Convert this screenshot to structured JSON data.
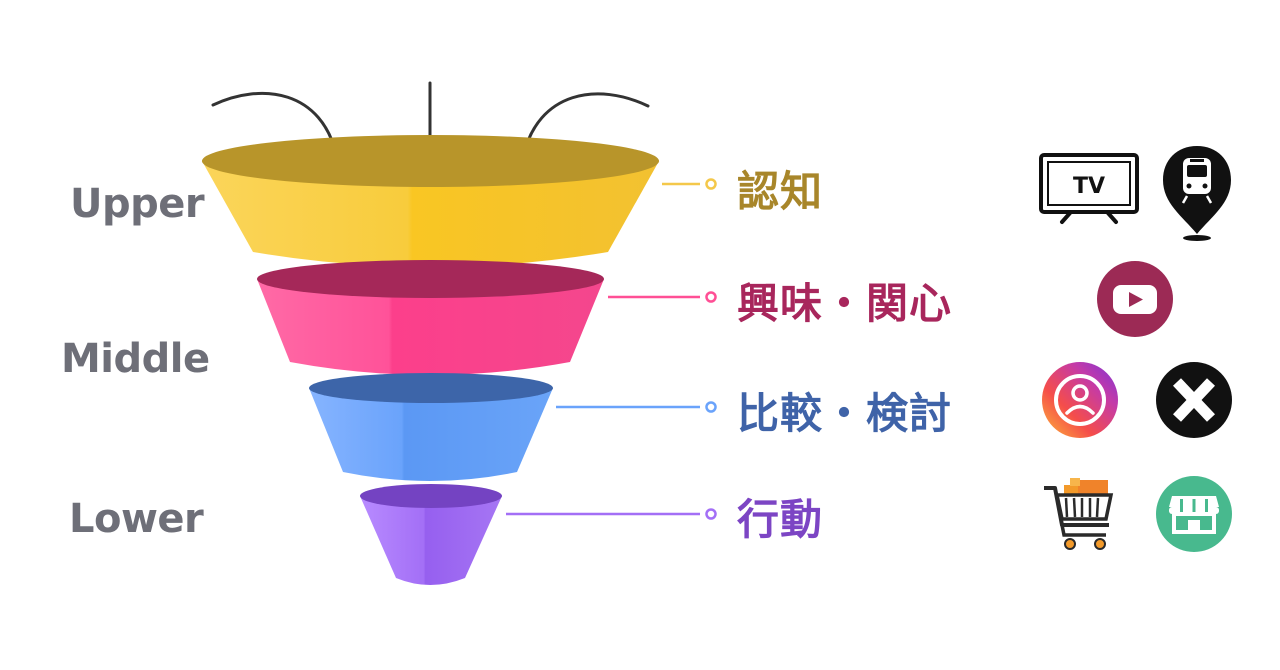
{
  "labels": {
    "upper": "Upper",
    "middle": "Middle",
    "lower": "Lower"
  },
  "stages": {
    "awareness": "認知",
    "interest": "興味・関心",
    "comparison": "比較・検討",
    "action": "行動"
  },
  "icons": {
    "tv_text": "TV",
    "channels": [
      "tv-icon",
      "train-location-icon",
      "youtube-icon",
      "instagram-icon",
      "x-icon",
      "shopping-cart-icon",
      "store-icon"
    ]
  },
  "colors": {
    "awareness": "#a8862a",
    "interest": "#a8265c",
    "comparison": "#3f63a8",
    "action": "#7c45c4",
    "gray_text": "#6e6f78",
    "youtube": "#9c2a55",
    "store": "#48b98e"
  }
}
